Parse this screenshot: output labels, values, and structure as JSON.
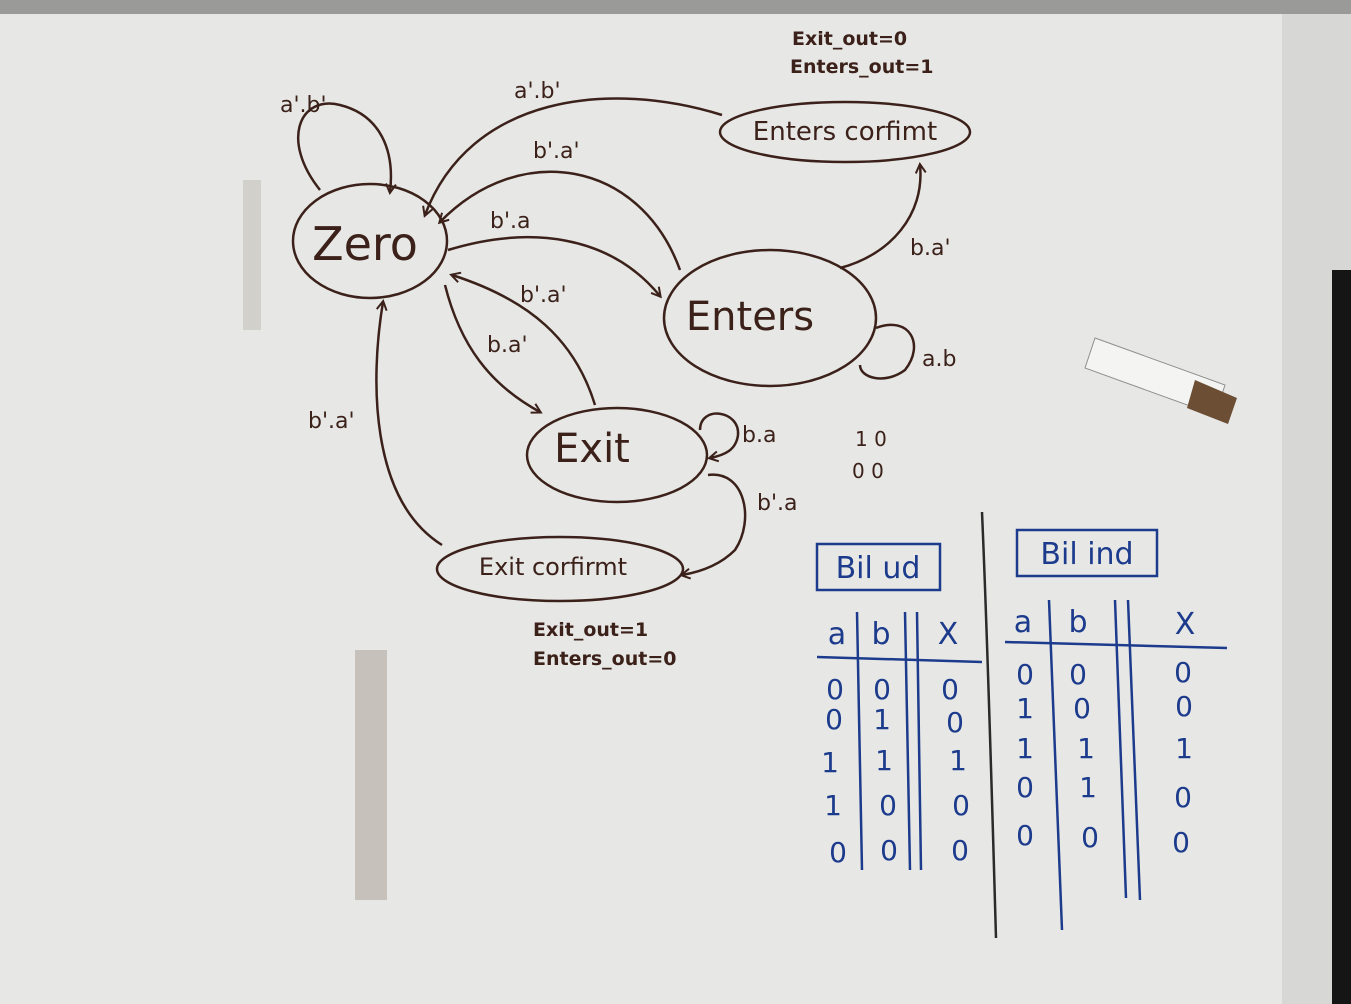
{
  "diagram": {
    "states": {
      "zero": "Zero",
      "enters": "Enters",
      "exit": "Exit",
      "enters_confirmed": "Enters corfimt",
      "exit_confirmed": "Exit corfirmt"
    },
    "transitions": {
      "zero_self": "a'.b'",
      "enters_confirmed_to_zero": "a'.b'",
      "enters_to_zero": "b'.a'",
      "zero_to_enters": "b'.a",
      "exit_to_zero": "b'.a'",
      "zero_to_exit": "b.a'",
      "enters_to_enters_confirmed": "b.a'",
      "enters_self": "a.b",
      "exit_self": "b.a",
      "exit_to_exit_confirmed": "b'.a",
      "exit_confirmed_to_zero": "b'.a'"
    },
    "outputs": {
      "enters_confirmed_line1": "Exit_out=0",
      "enters_confirmed_line2": "Enters_out=1",
      "exit_confirmed_line1": "Exit_out=1",
      "exit_confirmed_line2": "Enters_out=0"
    },
    "loose_notes": {
      "line1": "1 0",
      "line2": "0 0"
    }
  },
  "tables": {
    "bil_ud": {
      "title": "Bil ud",
      "headers": [
        "a",
        "b",
        "X"
      ],
      "rows": [
        [
          "0",
          "0",
          "0"
        ],
        [
          "0",
          "1",
          "0"
        ],
        [
          "1",
          "1",
          "1"
        ],
        [
          "1",
          "0",
          "0"
        ],
        [
          "0",
          "0",
          "0"
        ]
      ]
    },
    "bil_ind": {
      "title": "Bil ind",
      "headers": [
        "a",
        "b",
        "X"
      ],
      "rows": [
        [
          "0",
          "0",
          "0"
        ],
        [
          "1",
          "0",
          "0"
        ],
        [
          "1",
          "1",
          "1"
        ],
        [
          "0",
          "1",
          "0"
        ],
        [
          "0",
          "0",
          "0"
        ]
      ]
    }
  },
  "colors": {
    "board": "#e7e8e6",
    "marker_brown": "#3b2119",
    "marker_blue": "#1d3b8c"
  }
}
